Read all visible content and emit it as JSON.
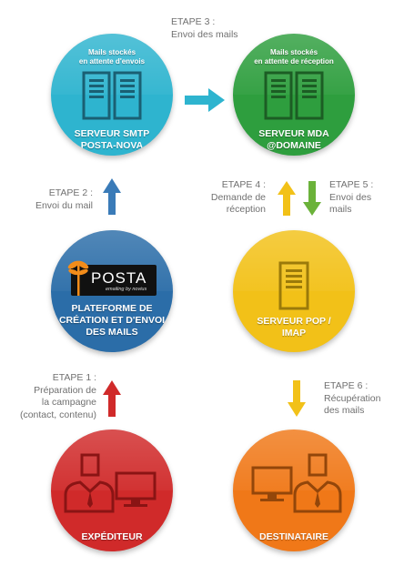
{
  "nodes": {
    "smtp": {
      "caption": "Mails stockés\nen attente d'envois",
      "label": "SERVEUR SMTP\nPOSTA-NOVA",
      "color": "#2eb4cf"
    },
    "mda": {
      "caption": "Mails stockés\nen attente de réception",
      "label": "SERVEUR MDA\n@DOMAINE",
      "color": "#2e9e3e"
    },
    "platform": {
      "label": "PLATEFORME DE\nCRÉATION ET D'ENVOI\nDES MAILS",
      "color": "#2b6da8",
      "logo_text": "POSTA",
      "logo_tagline": "emailing by novius"
    },
    "pop": {
      "label": "SERVEUR POP /\nIMAP",
      "color": "#f2c118"
    },
    "sender": {
      "label": "EXPÉDITEUR",
      "color": "#d02a2a"
    },
    "recipient": {
      "label": "DESTINATAIRE",
      "color": "#f07818"
    }
  },
  "steps": {
    "s1": {
      "title": "ETAPE 1 :",
      "text": "Préparation de\nla campagne\n(contact, contenu)"
    },
    "s2": {
      "title": "ETAPE 2 :",
      "text": "Envoi du mail"
    },
    "s3": {
      "title": "ETAPE 3 :",
      "text": "Envoi des mails"
    },
    "s4": {
      "title": "ETAPE 4 :",
      "text": "Demande de\nréception"
    },
    "s5": {
      "title": "ETAPE 5 :",
      "text": "Envoi des\nmails"
    },
    "s6": {
      "title": "ETAPE 6 :",
      "text": "Récupération\ndes mails"
    }
  },
  "arrows": {
    "step1": "#d02a2a",
    "step2": "#3a7bb8",
    "step3": "#2eb4cf",
    "step4": "#f2c118",
    "step5": "#6bb23a",
    "step6": "#f2c118"
  }
}
